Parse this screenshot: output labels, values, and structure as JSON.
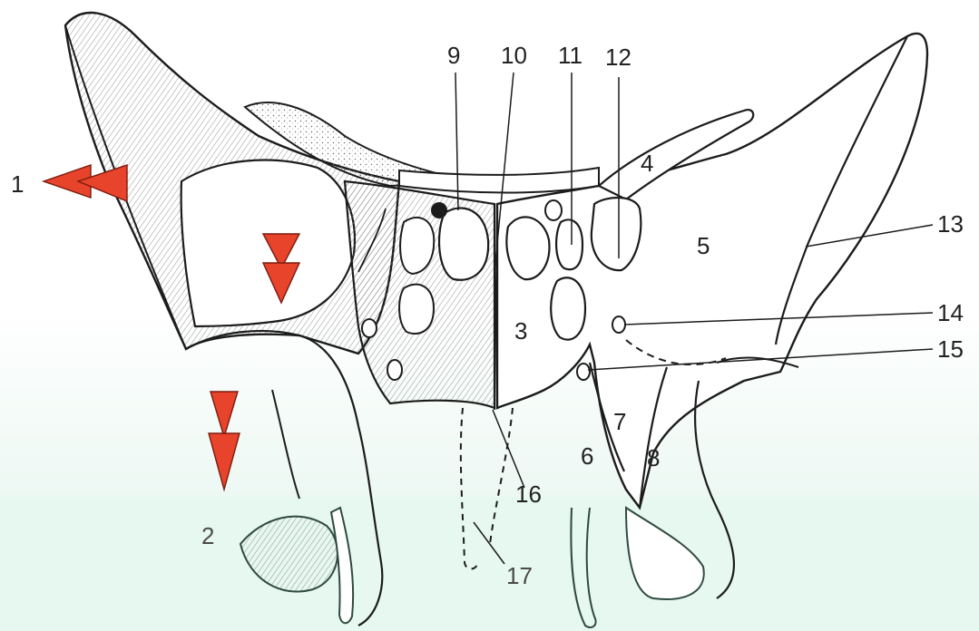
{
  "figure": {
    "labels": [
      {
        "id": "l1",
        "text": "1"
      },
      {
        "id": "l2",
        "text": "2"
      },
      {
        "id": "l3",
        "text": "3"
      },
      {
        "id": "l4",
        "text": "4"
      },
      {
        "id": "l5",
        "text": "5"
      },
      {
        "id": "l6",
        "text": "6"
      },
      {
        "id": "l7",
        "text": "7"
      },
      {
        "id": "l8",
        "text": "8"
      },
      {
        "id": "l9",
        "text": "9"
      },
      {
        "id": "l10",
        "text": "10"
      },
      {
        "id": "l11",
        "text": "11"
      },
      {
        "id": "l12",
        "text": "12"
      },
      {
        "id": "l13",
        "text": "13"
      },
      {
        "id": "l14",
        "text": "14"
      },
      {
        "id": "l15",
        "text": "15"
      },
      {
        "id": "l16",
        "text": "16"
      },
      {
        "id": "l17",
        "text": "17"
      }
    ],
    "colors": {
      "arrow": "#e8432b",
      "arrow_outline": "#7a1a0e",
      "line": "#1c1c1c",
      "lower_line": "#2f4a3e",
      "hatch": "#555555"
    }
  }
}
